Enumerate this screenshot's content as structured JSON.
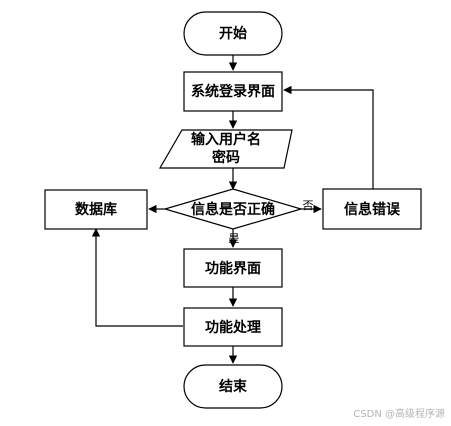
{
  "nodes": {
    "start": "开始",
    "login": "系统登录界面",
    "input_line1": "输入用户名",
    "input_line2": "密码",
    "database": "数据库",
    "decision": "信息是否正确",
    "error": "信息错误",
    "function_ui": "功能界面",
    "function_proc": "功能处理",
    "end": "结束"
  },
  "edges": {
    "no": "否",
    "yes": "是"
  },
  "watermark": "CSDN @高级程序源"
}
